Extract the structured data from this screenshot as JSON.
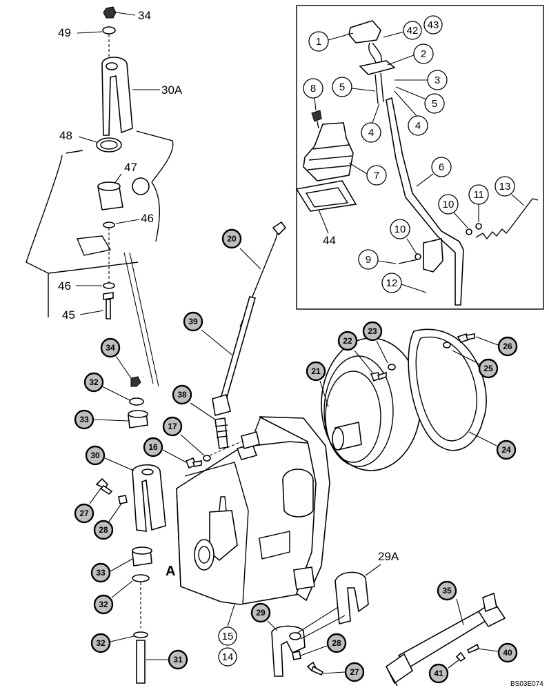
{
  "diagram": {
    "code": "BS03E074",
    "view_letter": "A",
    "plain_labels": [
      "34",
      "49",
      "30A",
      "48",
      "47",
      "46",
      "46",
      "45",
      "29A",
      "44",
      "42",
      "43"
    ],
    "inset_callouts": [
      "1",
      "2",
      "3",
      "4",
      "4",
      "5",
      "5",
      "6",
      "7",
      "8",
      "9",
      "10",
      "10",
      "11",
      "12",
      "13"
    ],
    "main_callouts": [
      "14",
      "15",
      "16",
      "17",
      "20",
      "21",
      "22",
      "23",
      "24",
      "25",
      "26",
      "27",
      "27",
      "28",
      "28",
      "29",
      "30",
      "31",
      "32",
      "32",
      "32",
      "33",
      "33",
      "34",
      "35",
      "38",
      "39",
      "40",
      "41"
    ]
  }
}
